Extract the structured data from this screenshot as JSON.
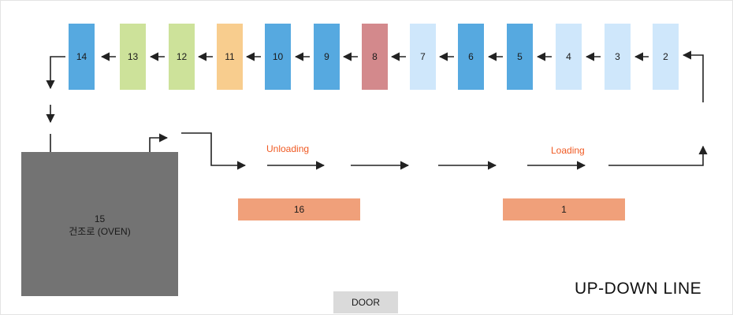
{
  "stations": [
    {
      "label": "14",
      "color": "#56a9e0"
    },
    {
      "label": "13",
      "color": "#cde29a"
    },
    {
      "label": "12",
      "color": "#cde29a"
    },
    {
      "label": "11",
      "color": "#f8cd8e"
    },
    {
      "label": "10",
      "color": "#56a9e0"
    },
    {
      "label": "9",
      "color": "#56a9e0"
    },
    {
      "label": "8",
      "color": "#d3898c"
    },
    {
      "label": "7",
      "color": "#cfe7fb"
    },
    {
      "label": "6",
      "color": "#56a9e0"
    },
    {
      "label": "5",
      "color": "#56a9e0"
    },
    {
      "label": "4",
      "color": "#cfe7fb"
    },
    {
      "label": "3",
      "color": "#cfe7fb"
    },
    {
      "label": "2",
      "color": "#cfe7fb"
    }
  ],
  "oven": {
    "number": "15",
    "name": "건조로 (OVEN)",
    "color": "#737373"
  },
  "unloading": {
    "label": "Unloading",
    "station": "16"
  },
  "loading": {
    "label": "Loading",
    "station": "1"
  },
  "door": {
    "label": "DOOR"
  },
  "line_title": "UP-DOWN LINE",
  "colors": {
    "operation_text": "#f05a23",
    "bar": "#f0a07a",
    "arrow": "#222222"
  }
}
